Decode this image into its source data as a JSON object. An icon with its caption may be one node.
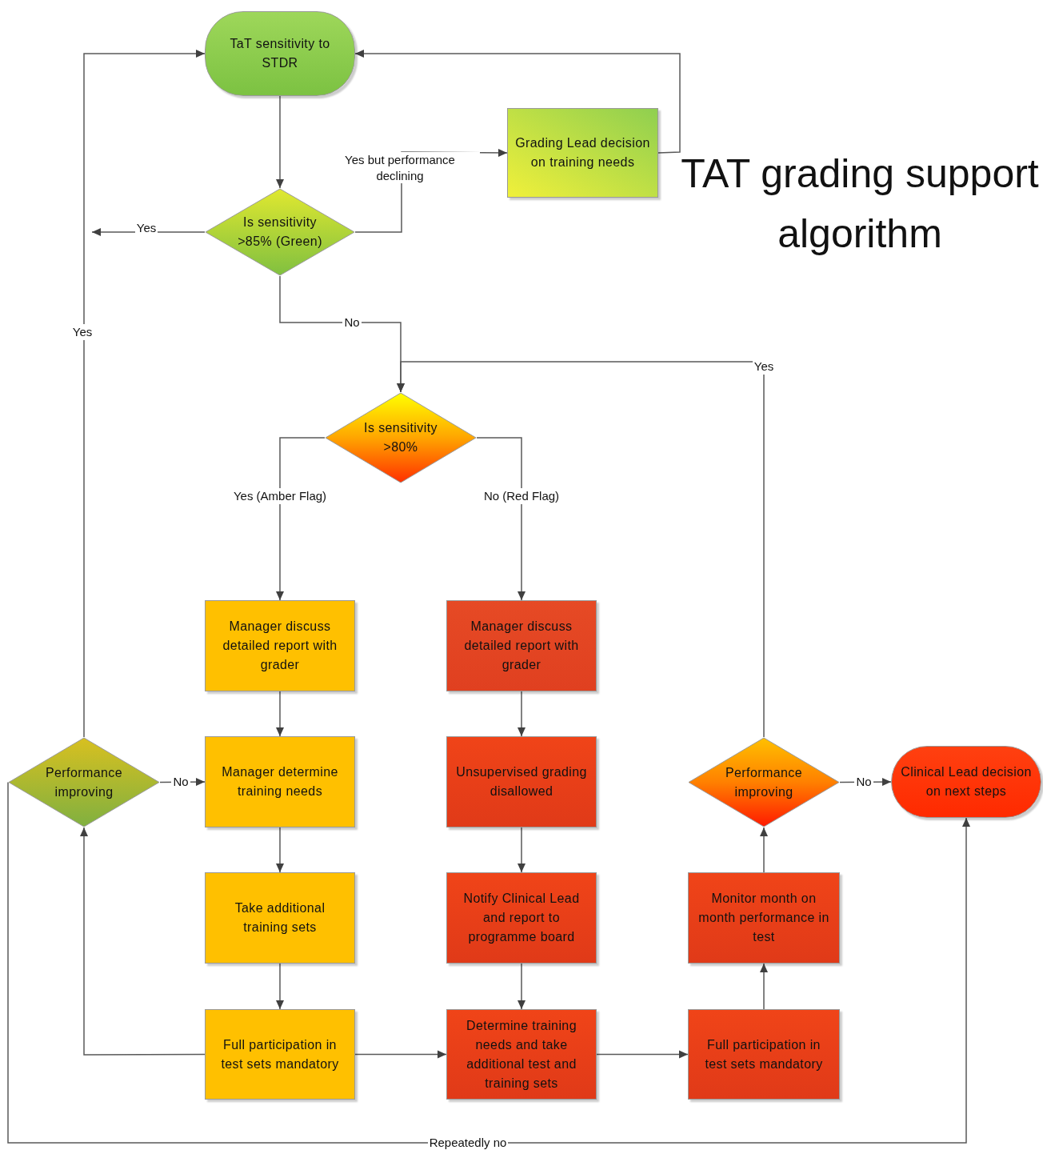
{
  "diagram": {
    "title": "TAT grading support algorithm",
    "nodes": [
      {
        "text": [
          "TaT sensitivity to STDR"
        ]
      },
      {
        "text": [
          "Grading Lead decision on training needs"
        ]
      },
      {
        "text": [
          "Is sensitivity >85% (Green)"
        ]
      },
      {
        "text": [
          "Is sensitivity >80%"
        ]
      },
      {
        "text": [
          "Manager discuss detailed report with grader"
        ]
      },
      {
        "text": [
          "Manager discuss detailed report with grader"
        ]
      },
      {
        "text": [
          "Performance improving"
        ]
      },
      {
        "text": [
          "Manager determine training needs"
        ]
      },
      {
        "text": [
          "Unsupervised grading disallowed"
        ]
      },
      {
        "text": [
          "Performance improving"
        ]
      },
      {
        "text": [
          "Clinical Lead decision on next steps"
        ]
      },
      {
        "text": [
          "Take additional training sets"
        ]
      },
      {
        "text": [
          "Notify Clinical Lead and report to programme board"
        ]
      },
      {
        "text": [
          "Monitor month on month performance in test"
        ]
      },
      {
        "text": [
          "Full participation in test sets mandatory"
        ]
      },
      {
        "text": [
          "Determine training needs and take additional test and training sets"
        ]
      },
      {
        "text": [
          "Full participation in test sets mandatory"
        ]
      }
    ],
    "edges": [
      {
        "from": 0,
        "to": 2,
        "arrow": "to"
      },
      {
        "from": 2,
        "to": 1,
        "arrow": "to",
        "label": "Yes but performance declining"
      },
      {
        "from": 1,
        "to": 0,
        "arrow": "to"
      },
      {
        "from": 2,
        "to": null,
        "arrow": "to",
        "label": "Yes"
      },
      {
        "from": 2,
        "to": 3,
        "arrow": "to",
        "label": "No"
      },
      {
        "from": 3,
        "to": 4,
        "arrow": "to",
        "label": "Yes (Amber Flag)"
      },
      {
        "from": 3,
        "to": 5,
        "arrow": "to",
        "label": "No (Red Flag)"
      },
      {
        "from": 4,
        "to": 7,
        "arrow": "to"
      },
      {
        "from": 7,
        "to": 11,
        "arrow": "to"
      },
      {
        "from": 11,
        "to": 14,
        "arrow": "to"
      },
      {
        "from": 5,
        "to": 8,
        "arrow": "to"
      },
      {
        "from": 8,
        "to": 12,
        "arrow": "to"
      },
      {
        "from": 12,
        "to": 15,
        "arrow": "to"
      },
      {
        "from": 14,
        "to": 15,
        "arrow": "to"
      },
      {
        "from": 15,
        "to": 16,
        "arrow": "to"
      },
      {
        "from": 16,
        "to": 13,
        "arrow": "to"
      },
      {
        "from": 13,
        "to": 9,
        "arrow": "to"
      },
      {
        "from": 9,
        "to": 10,
        "arrow": "to",
        "label": "No"
      },
      {
        "from": 9,
        "to": 3,
        "arrow": "to",
        "label": "Yes"
      },
      {
        "from": 6,
        "to": 7,
        "arrow": "to",
        "label": "No"
      },
      {
        "from": 6,
        "to": 0,
        "arrow": "to",
        "label": "Yes"
      },
      {
        "from": 14,
        "to": 6,
        "arrow": "to"
      },
      {
        "from": 6,
        "to": 10,
        "arrow": "to",
        "label": "Repeatedly no"
      }
    ]
  }
}
